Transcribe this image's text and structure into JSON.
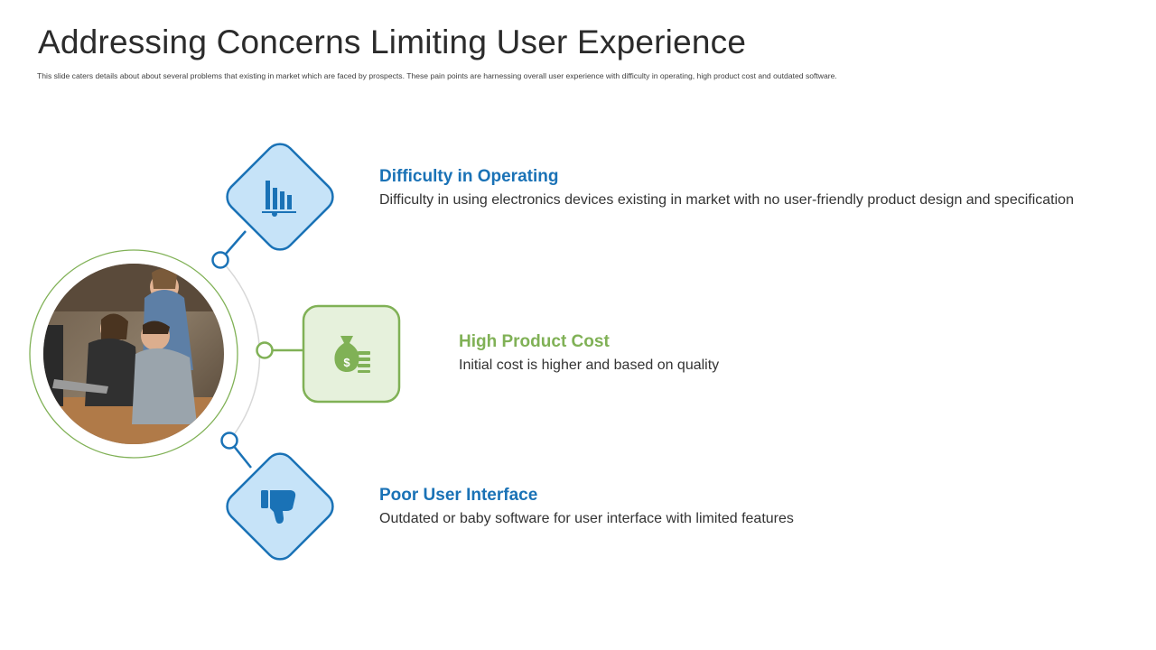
{
  "title": "Addressing Concerns Limiting User Experience",
  "subtitle": "This slide caters details about about several problems that existing in market  which are faced by prospects. These pain points are harnessing overall user experience with difficulty in operating, high product cost and outdated  software.",
  "colors": {
    "blue_accent": "#1a72b6",
    "blue_fill": "#c6e3f8",
    "green_accent": "#80b156",
    "green_fill": "#e6f1dc",
    "text_dark": "#333333"
  },
  "items": [
    {
      "heading": "Difficulty in Operating",
      "text": "Difficulty in using electronics devices existing in market with no user-friendly product design and specification",
      "icon": "bar-chart-icon",
      "color": "#1a72b6"
    },
    {
      "heading": "High Product Cost",
      "text": "Initial cost is higher and based on quality",
      "icon": "money-bag-icon",
      "color": "#80b156"
    },
    {
      "heading": "Poor User Interface",
      "text": "Outdated or baby software for user interface with limited features",
      "icon": "thumbs-down-icon",
      "color": "#1a72b6"
    }
  ],
  "photo": "people-at-computer-photo"
}
